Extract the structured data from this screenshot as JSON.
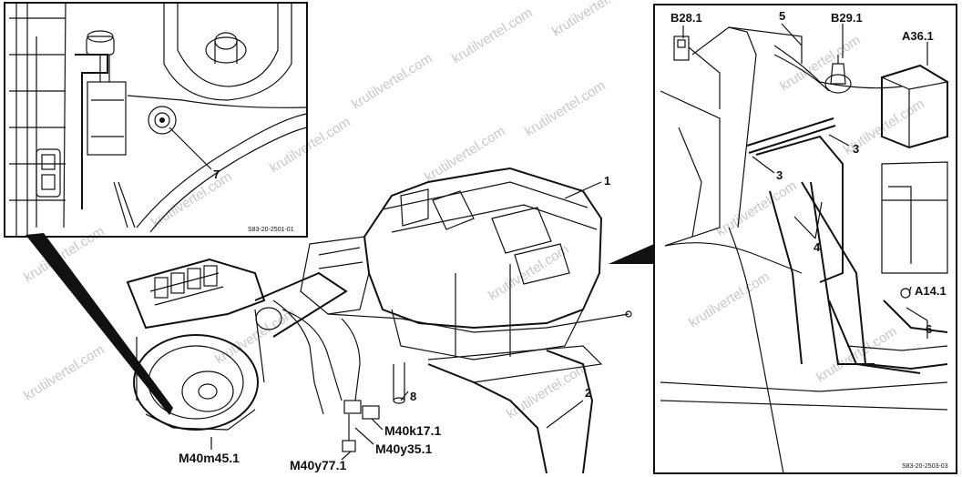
{
  "watermark": "krutilvertel.com",
  "inset_left": {
    "drawing_code": "S83-20-2501-01",
    "callouts": [
      {
        "id": "c7",
        "text": "7"
      }
    ]
  },
  "main": {
    "callouts": [
      {
        "id": "c1",
        "text": "1"
      },
      {
        "id": "c2",
        "text": "2"
      },
      {
        "id": "c8",
        "text": "8"
      },
      {
        "id": "m40m45",
        "text": "M40m45.1"
      },
      {
        "id": "m40k17",
        "text": "M40k17.1"
      },
      {
        "id": "m40y35",
        "text": "M40y35.1"
      },
      {
        "id": "m40y77",
        "text": "M40y77.1"
      }
    ]
  },
  "inset_right": {
    "drawing_code": "S83-20-2503-03",
    "callouts": [
      {
        "id": "b28",
        "text": "B28.1"
      },
      {
        "id": "c5",
        "text": "5"
      },
      {
        "id": "b29",
        "text": "B29.1"
      },
      {
        "id": "a36",
        "text": "A36.1"
      },
      {
        "id": "c3a",
        "text": "3"
      },
      {
        "id": "c3b",
        "text": "3"
      },
      {
        "id": "c4",
        "text": "4"
      },
      {
        "id": "a14",
        "text": "A14.1"
      },
      {
        "id": "c6",
        "text": "6"
      }
    ]
  }
}
